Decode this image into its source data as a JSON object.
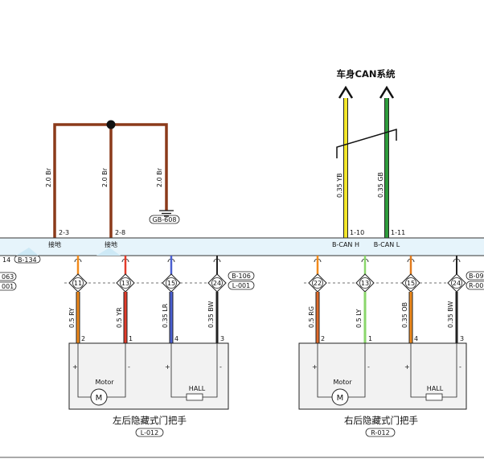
{
  "can_title": "车身CAN系统",
  "wire_brown_1": "2.0 Br",
  "wire_brown_2": "2.0 Br",
  "wire_brown_3": "2.0 Br",
  "ground_ref": "GB-608",
  "wire_yb": "0.35 YB",
  "wire_gb": "0.35 GB",
  "pin_2_3": "2-3",
  "pin_2_8": "2-8",
  "pin_1_10": "1-10",
  "pin_1_11": "1-11",
  "label_gnd_1": "接地",
  "label_gnd_2": "接地",
  "label_can_h": "B-CAN H",
  "label_can_l": "B-CAN L",
  "left_partial_1": "14",
  "left_partial_2": "B-134",
  "left_partial_3": "063",
  "left_partial_4": "001",
  "left_mod": {
    "conn_pins": [
      "11",
      "13",
      "15",
      "24"
    ],
    "ref_top": "B-106",
    "ref_bot": "L-001",
    "wires": [
      "0.5 RY",
      "0.5 YR",
      "0.35 LR",
      "0.35 BW"
    ],
    "pins": [
      "2",
      "1",
      "4",
      "3"
    ],
    "motor": "Motor",
    "motor_symbol": "M",
    "hall": "HALL",
    "plus_1": "+",
    "minus_1": "-",
    "plus_2": "+",
    "minus_2": "-",
    "title": "左后隐藏式门把手",
    "ref": "L-012"
  },
  "right_mod": {
    "conn_pins": [
      "22",
      "13",
      "15",
      "24"
    ],
    "ref_top": "B-09",
    "ref_bot": "R-00",
    "wires": [
      "0.5 RG",
      "0.5 LY",
      "0.35 OB",
      "0.35 BW"
    ],
    "pins": [
      "2",
      "1",
      "4",
      "3"
    ],
    "motor": "Motor",
    "motor_symbol": "M",
    "hall": "HALL",
    "plus_1": "+",
    "minus_1": "-",
    "plus_2": "+",
    "minus_2": "-",
    "title": "右后隐藏式门把手",
    "ref": "R-012"
  },
  "colors": {
    "brown": "#8b3a1a",
    "yellow": "#f2e52b",
    "green": "#2e9b3c",
    "orange": "#f08a1c",
    "red": "#e23b2a",
    "blue": "#4a5fd0",
    "lightgreen": "#8ad66b",
    "bar_fill": "#e6f4fb",
    "line": "#222222"
  }
}
